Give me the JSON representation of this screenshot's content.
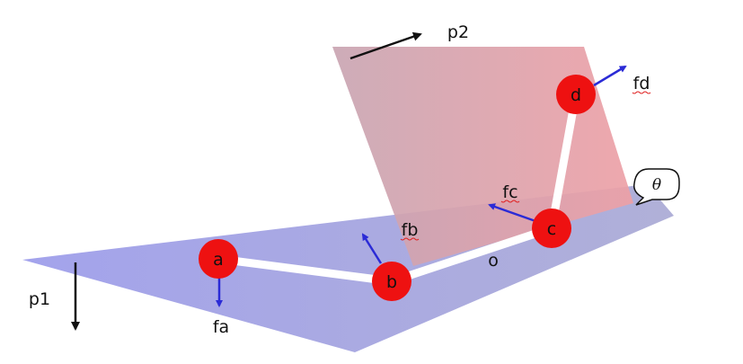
{
  "diagram": {
    "nodes": [
      {
        "id": "a",
        "label": "a"
      },
      {
        "id": "b",
        "label": "b"
      },
      {
        "id": "c",
        "label": "c"
      },
      {
        "id": "d",
        "label": "d"
      }
    ],
    "forces": [
      {
        "id": "fa",
        "label": "fa"
      },
      {
        "id": "fb",
        "label": "fb"
      },
      {
        "id": "fc",
        "label": "fc"
      },
      {
        "id": "fd",
        "label": "fd"
      }
    ],
    "planes": [
      {
        "id": "p1",
        "label": "p1"
      },
      {
        "id": "p2",
        "label": "p2"
      }
    ],
    "link_label": "o",
    "angle_label": "θ",
    "colors": {
      "plane1": "#9b9be0",
      "plane2": "#e7a2a6",
      "node": "#ee1111",
      "force_arrow": "#2b2bd6",
      "plane_arrow": "#111111",
      "link": "#ffffff"
    }
  }
}
